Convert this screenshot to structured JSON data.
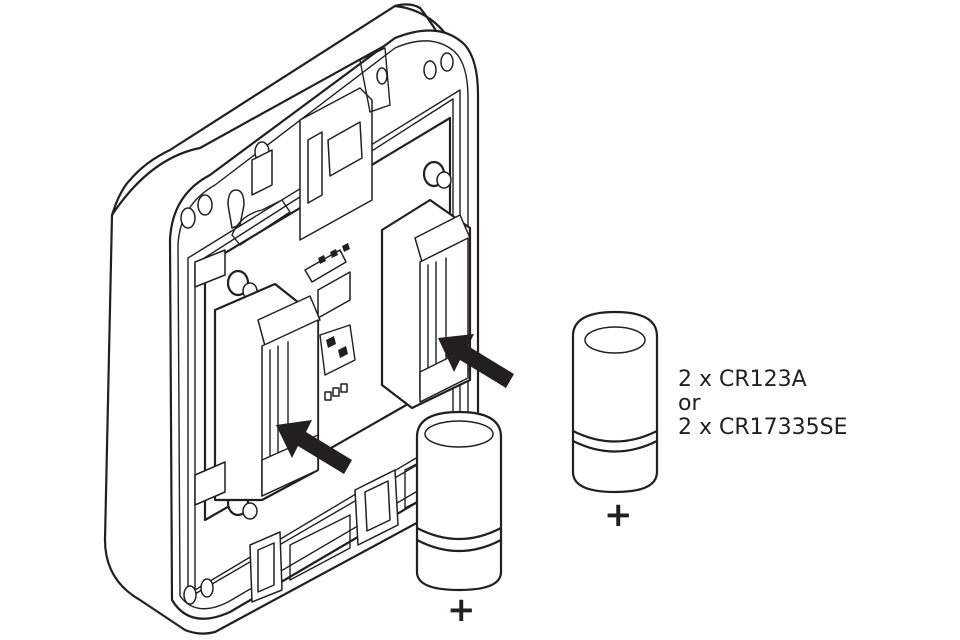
{
  "diagram": {
    "subject": "Battery installation into detector housing",
    "battery_spec": {
      "line1": "2 x CR123A",
      "line2": "or",
      "line3": "2 x CR17335SE"
    },
    "polarity_marks": {
      "battery_left": "+",
      "battery_right": "+"
    },
    "icons": {
      "arrow_left": "insertion-arrow",
      "arrow_right": "insertion-arrow"
    },
    "colors": {
      "line": "#231f20",
      "background": "#ffffff"
    }
  }
}
